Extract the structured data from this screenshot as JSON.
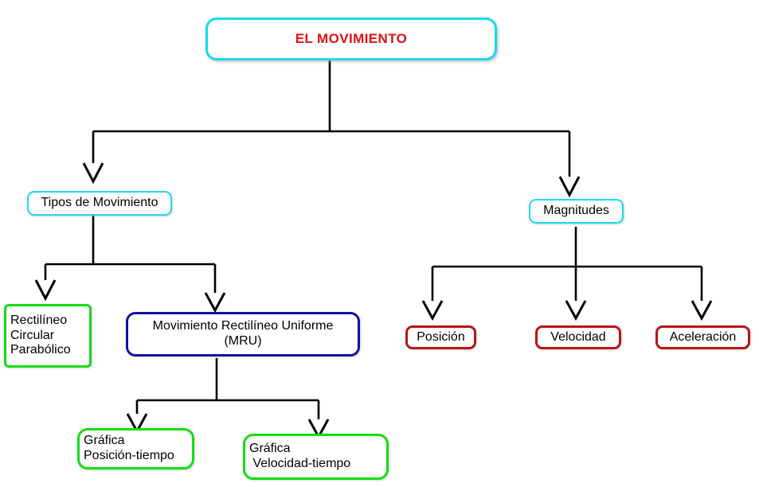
{
  "diagram": {
    "title": "EL MOVIMIENTO",
    "type": "concept-map",
    "colors": {
      "root_border": "#18d8ec",
      "root_text": "#dd1111",
      "cyan_border": "#1fd9ef",
      "green_border": "#14dd14",
      "blue_border": "#11119e",
      "red_border": "#b81414",
      "edge": "#000000",
      "background": "#ffffff"
    },
    "nodes": {
      "root": {
        "label": "EL MOVIMIENTO"
      },
      "tipos": {
        "label": "Tipos de Movimiento"
      },
      "magnitudes": {
        "label": "Magnitudes"
      },
      "clases": {
        "line1": "Rectilíneo",
        "line2": "Circular",
        "line3": "Parabólico"
      },
      "mru": {
        "line1": "Movimiento Rectilíneo Uniforme",
        "line2": "(MRU)"
      },
      "grafica_posicion": {
        "line1": "Gráfica",
        "line2": "Posición-tiempo"
      },
      "grafica_velocidad": {
        "line1": "Gráfica",
        "line2": " Velocidad-tiempo"
      },
      "posicion": {
        "label": "Posición"
      },
      "velocidad": {
        "label": "Velocidad"
      },
      "aceleracion": {
        "label": "Aceleración"
      }
    }
  }
}
